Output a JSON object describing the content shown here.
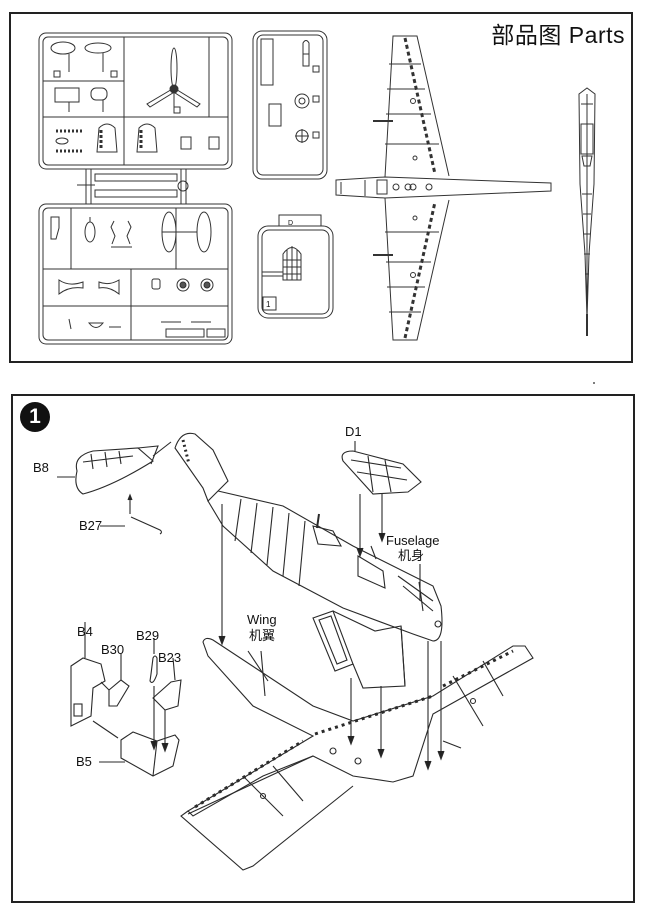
{
  "parts_section": {
    "title": "部品图 Parts",
    "sprue_labels": {
      "canopy_sprue": "D",
      "canopy_part": "1"
    }
  },
  "step_section": {
    "step_number": "1",
    "callouts": {
      "b8": "B8",
      "b27": "B27",
      "d1": "D1",
      "fuselage_en": "Fuselage",
      "fuselage_cn": "机身",
      "wing_en": "Wing",
      "wing_cn": "机翼",
      "b4": "B4",
      "b30": "B30",
      "b29": "B29",
      "b23": "B23",
      "b5": "B5"
    }
  },
  "colors": {
    "line": "#222222",
    "background": "#ffffff",
    "badge": "#111111"
  }
}
